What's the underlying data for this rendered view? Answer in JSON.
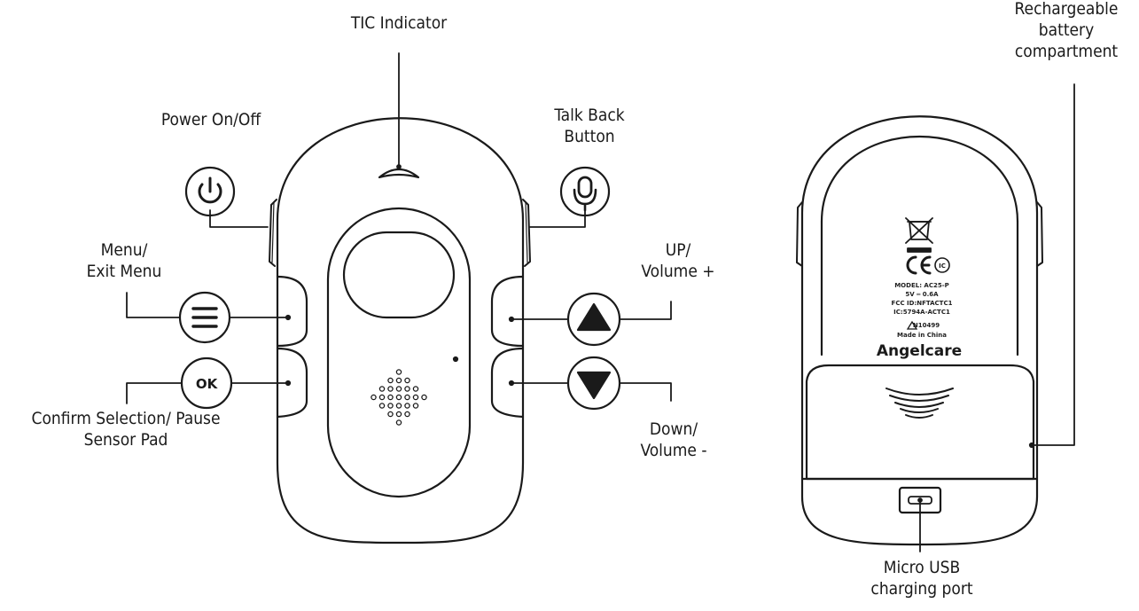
{
  "labels": {
    "tic_indicator": "TIC Indicator",
    "power": "Power On/Off",
    "talk_back": [
      "Talk Back",
      "Button"
    ],
    "menu": [
      "Menu/",
      "Exit Menu"
    ],
    "up": [
      "UP/",
      "Volume +"
    ],
    "confirm": [
      "Confirm Selection/ Pause",
      "Sensor Pad"
    ],
    "down": [
      "Down/",
      "Volume -"
    ],
    "battery": [
      "Rechargeable",
      "battery",
      "compartment"
    ],
    "usb": [
      "Micro USB",
      "charging port"
    ]
  },
  "buttons": {
    "ok_text": "OK"
  },
  "back_markings": {
    "model": "MODEL: AC25-P",
    "rating": "5V ═ 0.6A",
    "fcc": "FCC ID:NFTACTC1",
    "ic": "IC:5794A-ACTC1",
    "cert": "N10499",
    "made_in": "Made in China",
    "brand": "Angelcare"
  },
  "colors": {
    "outline": "#1a1a1a",
    "background": "#ffffff"
  },
  "icons": [
    "power-icon",
    "microphone-icon",
    "menu-icon",
    "triangle-up-icon",
    "triangle-down-icon",
    "weee-bin-icon",
    "ce-mark-icon",
    "ic-mark-icon"
  ]
}
